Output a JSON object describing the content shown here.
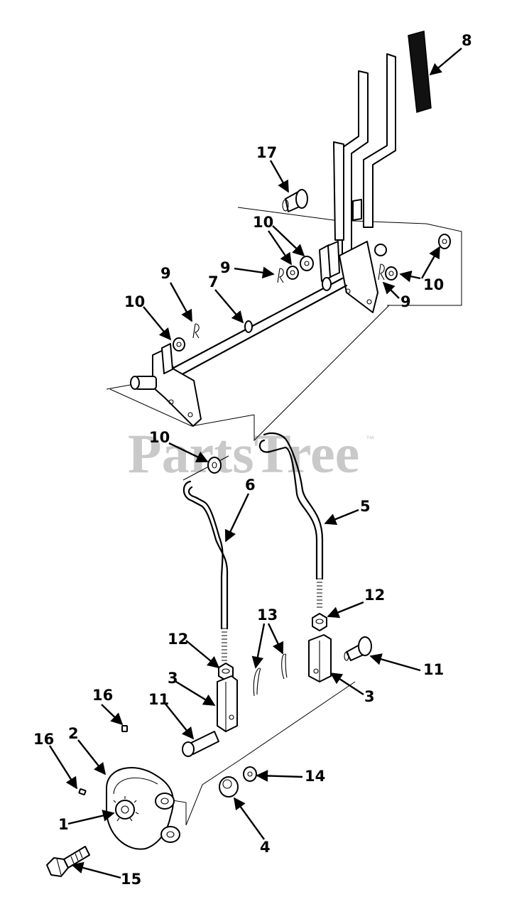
{
  "watermark": {
    "text": "PartsTree",
    "tm": "™"
  },
  "callouts": {
    "c1": "1",
    "c2": "2",
    "c3a": "3",
    "c3b": "3",
    "c4": "4",
    "c5": "5",
    "c6": "6",
    "c7": "7",
    "c8": "8",
    "c9a": "9",
    "c9b": "9",
    "c9c": "9",
    "c10a": "10",
    "c10b": "10",
    "c10c": "10",
    "c10d": "10",
    "c11a": "11",
    "c11b": "11",
    "c12a": "12",
    "c12b": "12",
    "c13": "13",
    "c14": "14",
    "c15": "15",
    "c16a": "16",
    "c16b": "16",
    "c17": "17"
  }
}
